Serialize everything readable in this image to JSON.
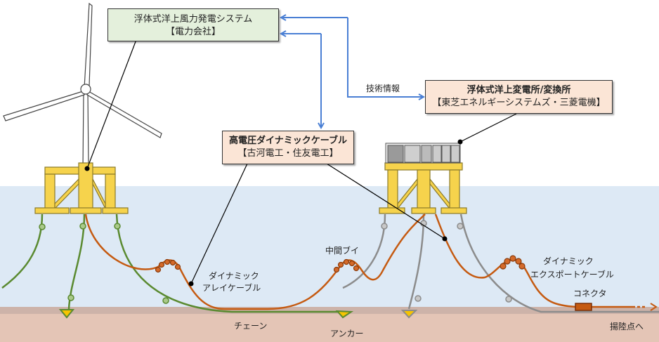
{
  "boxes": {
    "wind_system": {
      "title": "浮体式洋上風力発電システム",
      "org": "【電力会社】"
    },
    "substation": {
      "title": "浮体式洋上変電所/変換所",
      "org": "【東芝エネルギーシステムズ・三菱電機】"
    },
    "cable": {
      "title": "高電圧ダイナミックケーブル",
      "org": "【古河電工・住友電工】"
    }
  },
  "labels": {
    "tech_info": "技術情報",
    "array_cable_1": "ダイナミック",
    "array_cable_2": "アレイケーブル",
    "mid_buoy": "中間ブイ",
    "export_cable_1": "ダイナミック",
    "export_cable_2": "エクスポートケーブル",
    "connector": "コネクタ",
    "chain": "チェーン",
    "anchor": "アンカー",
    "to_landing": "揚陸点へ"
  },
  "colors": {
    "sea": "#dde9f5",
    "seabed_top": "#cdb3a9",
    "seabed": "#e4c5b6",
    "float": "#f6d34c",
    "mooring_green": "#5a8a30",
    "cable_orange": "#c55a11",
    "mooring_gray": "#8c8c8c",
    "arrow_blue": "#4a7fd4"
  }
}
